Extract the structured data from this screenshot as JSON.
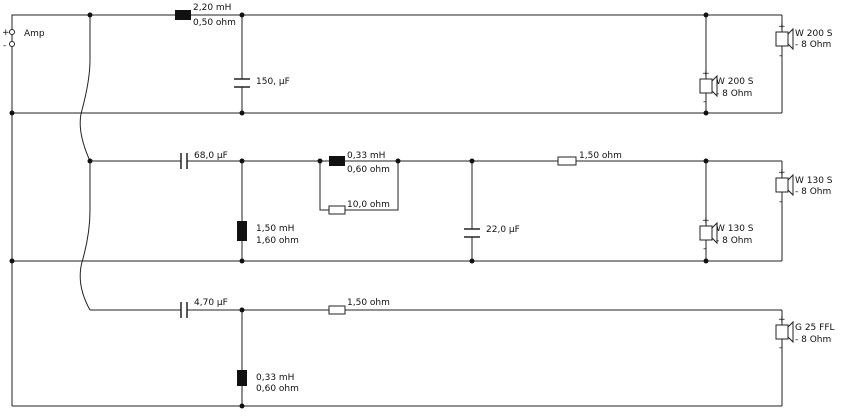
{
  "amp": {
    "label": "Amp",
    "plus": "+",
    "minus": "-"
  },
  "branch1": {
    "inductor": {
      "value": "2,20 mH",
      "resistance": "0,50 ohm"
    },
    "capacitor": "150, µF",
    "speaker_top": {
      "name": "W 200 S",
      "impedance": "- 8 Ohm"
    },
    "speaker_mid": {
      "name": "W 200 S",
      "impedance": "- 8 Ohm"
    }
  },
  "branch2": {
    "capacitor_series": "68,0 µF",
    "inductor_series": {
      "value": "0,33 mH",
      "resistance": "0,60 ohm"
    },
    "resistor_parallel": "10,0 ohm",
    "resistor_series": "1,50 ohm",
    "inductor_shunt": {
      "value": "1,50 mH",
      "resistance": "1,60 ohm"
    },
    "capacitor_shunt": "22,0 µF",
    "speaker_top": {
      "name": "W 130 S",
      "impedance": "- 8 Ohm"
    },
    "speaker_mid": {
      "name": "W 130 S",
      "impedance": "- 8 Ohm"
    }
  },
  "branch3": {
    "capacitor_series": "4,70 µF",
    "resistor_series": "1,50 ohm",
    "inductor_shunt": {
      "value": "0,33 mH",
      "resistance": "0,60 ohm"
    },
    "speaker": {
      "name": "G 25 FFL",
      "impedance": "- 8 Ohm"
    }
  },
  "polarity": {
    "plus": "+",
    "minus": "-"
  }
}
